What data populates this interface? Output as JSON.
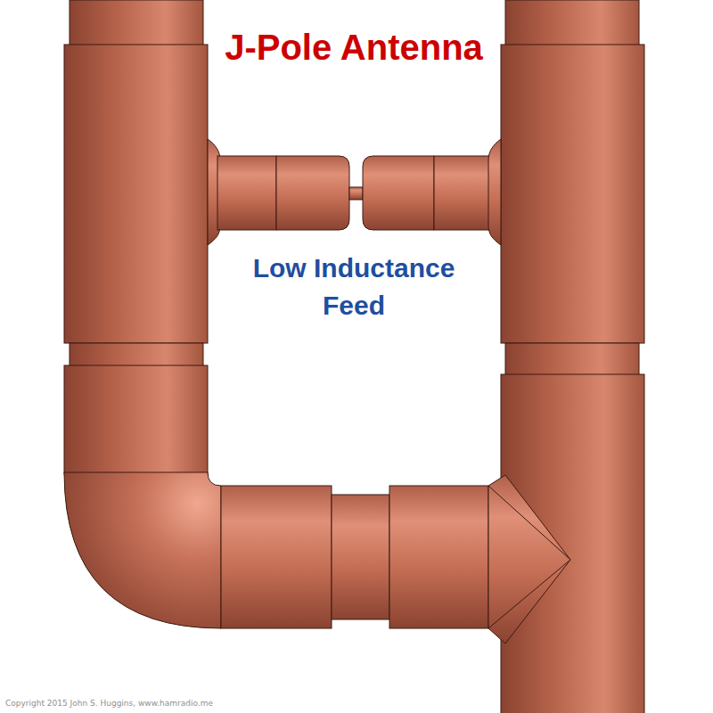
{
  "diagram": {
    "title": "J-Pole Antenna",
    "labels": [
      "Low Inductance Feed",
      "Copyright 2015 John S. Huggins, www.hamradio.me"
    ]
  }
}
